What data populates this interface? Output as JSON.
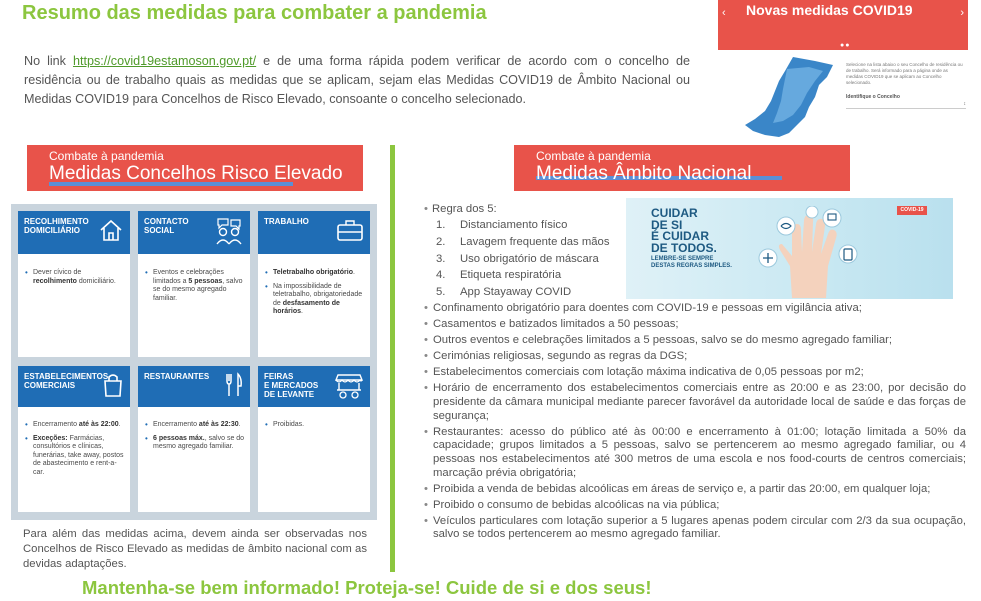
{
  "title": "Resumo das medidas para combater a pandemia",
  "intro": {
    "before": "No link ",
    "link": "https://covid19estamoson.gov.pt/",
    "after": " e de uma forma rápida podem verificar de acordo com o concelho de residência ou de trabalho quais as medidas que se aplicam, sejam elas Medidas COVID19 de Âmbito Nacional ou Medidas COVID19 para Concelhos de Risco Elevado, consoante o concelho selecionado."
  },
  "widget": {
    "title": "Novas medidas COVID19",
    "prev_icon": "chevron-left-icon",
    "next_icon": "chevron-right-icon",
    "text": "Selecione na lista abaixo o seu Concelho de residência ou de trabalho. Será informado para a página onde as medidas COVID19 que se aplicam ao Concelho selecionado.",
    "label": "Identifique o Concelho"
  },
  "banner_left": {
    "sup": "Combate à pandemia",
    "main": "Medidas Concelhos Risco Elevado"
  },
  "banner_right": {
    "sup": "Combate à pandemia",
    "main": "Medidas Âmbito Nacional"
  },
  "cards": [
    {
      "title1": "RECOLHIMENTO",
      "title2": "DOMICILIÁRIO",
      "icon": "house-icon",
      "items": [
        {
          "a": "Dever cívico de ",
          "b": "recolhimento",
          "c": " domiciliário."
        }
      ]
    },
    {
      "title1": "CONTACTO",
      "title2": "SOCIAL",
      "icon": "people-chat-icon",
      "items": [
        {
          "a": "Eventos e celebrações limitados a ",
          "b": "5 pessoas",
          "c": ", salvo se do mesmo agregado familiar."
        }
      ]
    },
    {
      "title1": "TRABALHO",
      "title2": "",
      "icon": "briefcase-icon",
      "items": [
        {
          "a": "",
          "b": "Teletrabalho obrigatório",
          "c": "."
        },
        {
          "a": "Na impossibilidade de teletrabalho, obrigatoriedade de ",
          "b": "desfasamento de horários",
          "c": "."
        }
      ]
    },
    {
      "title1": "ESTABELECIMENTOS",
      "title2": "COMERCIAIS",
      "icon": "shopping-bag-icon",
      "items": [
        {
          "a": "Encerramento ",
          "b": "até às 22:00",
          "c": "."
        },
        {
          "a": "",
          "b": "Exceções:",
          "c": " Farmácias, consultórios e clínicas, funerárias, take away, postos de abastecimento e rent-a-car."
        }
      ]
    },
    {
      "title1": "RESTAURANTES",
      "title2": "",
      "icon": "cutlery-icon",
      "items": [
        {
          "a": "Encerramento ",
          "b": "até às 22:30",
          "c": "."
        },
        {
          "a": "",
          "b": "6 pessoas máx.",
          "c": ", salvo se do mesmo agregado familiar."
        }
      ]
    },
    {
      "title1": "FEIRAS",
      "title2": "E MERCADOS DE LEVANTE",
      "icon": "market-stall-icon",
      "items": [
        {
          "a": "Proibidas.",
          "b": "",
          "c": ""
        }
      ]
    }
  ],
  "note": "Para além das medidas acima, devem ainda ser observadas nos Concelhos de Risco Elevado as medidas de âmbito nacional com as devidas adaptações.",
  "rules": {
    "heading": "Regra dos 5:",
    "items": [
      {
        "n": "1.",
        "text": "Distanciamento físico"
      },
      {
        "n": "2.",
        "text": "Lavagem frequente das mãos"
      },
      {
        "n": "3.",
        "text": "Uso obrigatório de máscara"
      },
      {
        "n": "4.",
        "text": "Etiqueta respiratória"
      },
      {
        "n": "5.",
        "text": "App Stayaway COVID"
      }
    ]
  },
  "poster": {
    "line1": "CUIDAR",
    "line2": "DE SI",
    "line3": "É CUIDAR",
    "line4": "DE TODOS.",
    "sub1": "Lembre-se sempre",
    "sub2": "destas regras simples.",
    "tag": "COVID-19"
  },
  "measures": [
    "Confinamento obrigatório para doentes com COVID-19 e pessoas em vigilância ativa;",
    "Casamentos e batizados limitados a 50 pessoas;",
    "Outros eventos e celebrações limitados a 5 pessoas, salvo se do mesmo agregado familiar;",
    "Cerimónias religiosas, segundo as regras da DGS;",
    "Estabelecimentos comerciais com lotação máxima indicativa de 0,05 pessoas por m2;",
    "Horário de encerramento dos estabelecimentos comerciais entre as 20:00 e as 23:00, por decisão do presidente da câmara municipal mediante parecer favorável da autoridade local de saúde e das forças de segurança;",
    "Restaurantes: acesso do público até às 00:00 e encerramento à 01:00; lotação limitada a 50% da capacidade; grupos limitados a 5 pessoas, salvo se pertencerem ao mesmo agregado familiar, ou 4 pessoas nos estabelecimentos até 300 metros de uma escola e nos food-courts de centros comerciais; marcação prévia obrigatória;",
    "Proibida a venda de bebidas alcoólicas em áreas de serviço e, a partir das 20:00, em qualquer loja;",
    "Proibido o consumo de bebidas alcoólicas na via pública;",
    "Veículos particulares com lotação superior a 5 lugares apenas podem circular com 2/3 da sua ocupação, salvo se todos pertencerem ao mesmo agregado familiar."
  ],
  "footer": "Mantenha-se bem informado! Proteja-se! Cuide de si e dos seus!"
}
